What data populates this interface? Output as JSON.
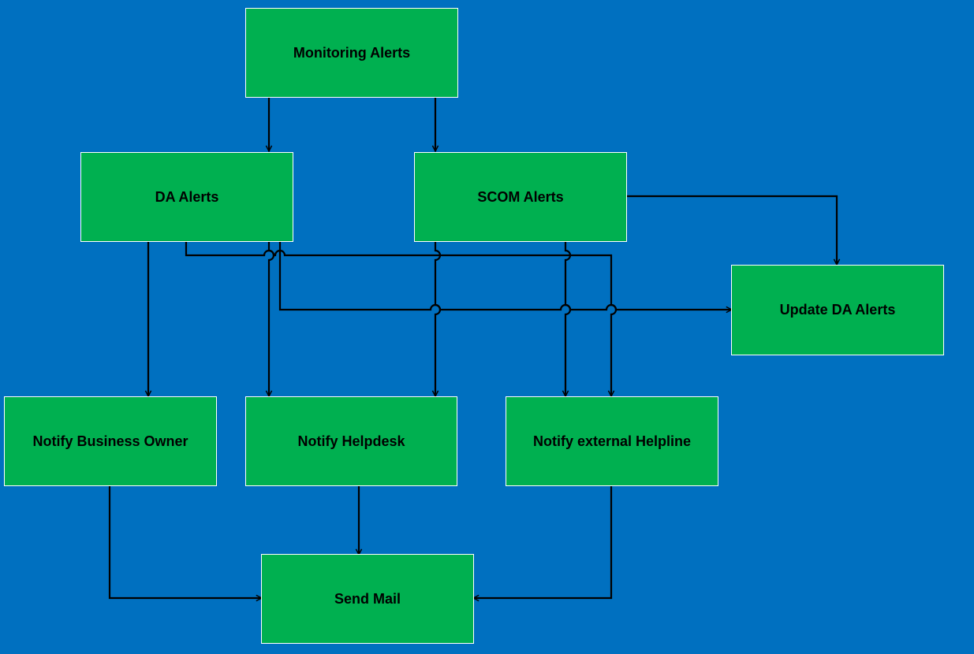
{
  "diagram": {
    "background_color": "#0070C0",
    "box_color": "#00B050",
    "nodes": {
      "monitoring_alerts": "Monitoring Alerts",
      "da_alerts": "DA Alerts",
      "scom_alerts": "SCOM Alerts",
      "update_da_alerts": "Update DA Alerts",
      "notify_business_owner": "Notify Business Owner",
      "notify_helpdesk": "Notify Helpdesk",
      "notify_external_helpline": "Notify external Helpline",
      "send_mail": "Send Mail"
    },
    "edges": [
      {
        "from": "monitoring_alerts",
        "to": "da_alerts"
      },
      {
        "from": "monitoring_alerts",
        "to": "scom_alerts"
      },
      {
        "from": "scom_alerts",
        "to": "update_da_alerts"
      },
      {
        "from": "da_alerts",
        "to": "notify_business_owner"
      },
      {
        "from": "da_alerts",
        "to": "notify_helpdesk"
      },
      {
        "from": "da_alerts",
        "to": "notify_external_helpline"
      },
      {
        "from": "da_alerts",
        "to": "update_da_alerts"
      },
      {
        "from": "scom_alerts",
        "to": "notify_helpdesk"
      },
      {
        "from": "scom_alerts",
        "to": "notify_external_helpline"
      },
      {
        "from": "notify_business_owner",
        "to": "send_mail"
      },
      {
        "from": "notify_helpdesk",
        "to": "send_mail"
      },
      {
        "from": "notify_external_helpline",
        "to": "send_mail"
      }
    ]
  }
}
